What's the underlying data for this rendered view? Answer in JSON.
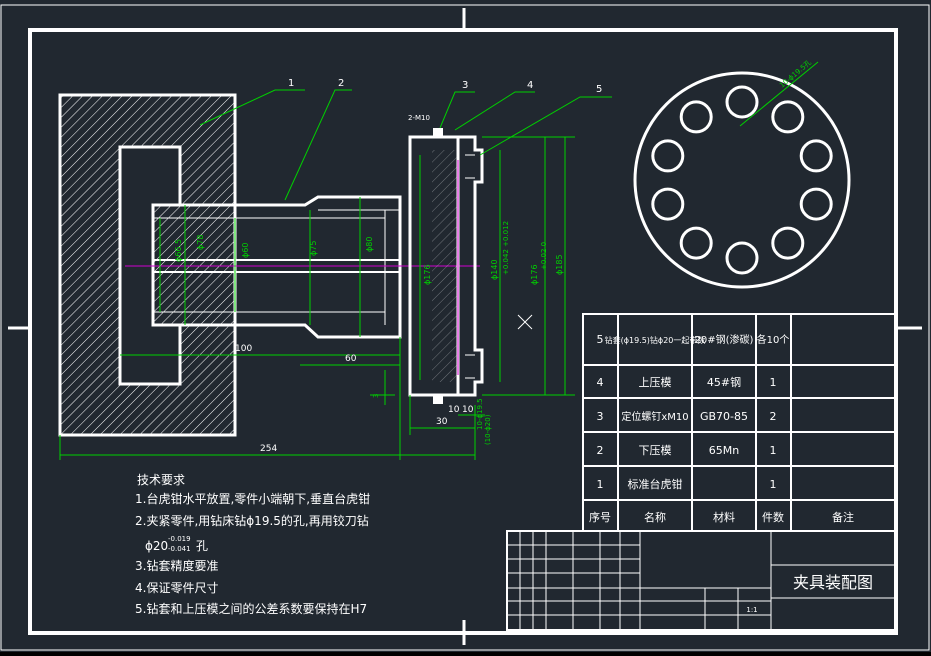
{
  "drawing": {
    "title": "夹具装配图",
    "scale": "1:1",
    "pin_label": "2-M10",
    "hole_label": "10-ϕ19.5孔",
    "balloons": [
      "1",
      "2",
      "3",
      "4",
      "5"
    ],
    "dims": {
      "d78": "ϕ78",
      "d66": "ϕ66.5",
      "d60": "ϕ60",
      "d75": "ϕ75",
      "d80": "ϕ80",
      "d176": "ϕ176",
      "d140": "ϕ140",
      "d140tol": "+0.042 +0.012",
      "d176b": "ϕ176",
      "d176tol": "+0.02 0",
      "d185": "ϕ185",
      "len100": "100",
      "len60": "60",
      "len254": "254",
      "len30": "30",
      "len10a": "10",
      "len10b": "10",
      "d19": "10-ϕ19.5",
      "d20": "(10-ϕ20)",
      "len3": "3"
    }
  },
  "notes": {
    "heading": "技术要求",
    "items": [
      "1.台虎钳水平放置,零件小端朝下,垂直台虎钳",
      "2.夹紧零件,用钻床钻ϕ19.5的孔,再用铰刀钻",
      "ϕ20",
      "3.钻套精度要准",
      "4.保证零件尺寸",
      "5.钻套和上压模之间的公差系数要保持在H7"
    ],
    "tol_upper": "-0.019",
    "tol_lower": "-0.041",
    "tol_suffix": "孔"
  },
  "bom": {
    "headers": [
      "序号",
      "名称",
      "材料",
      "件数",
      "备注"
    ],
    "rows": [
      {
        "no": "5",
        "name": "钻套(ϕ19.5)钻ϕ20一起带数",
        "material": "20#钢(渗碳)",
        "qty": "各10个",
        "note": ""
      },
      {
        "no": "4",
        "name": "上压模",
        "material": "45#钢",
        "qty": "1",
        "note": ""
      },
      {
        "no": "3",
        "name": "定位螺钉xM10",
        "material": "GB70-85",
        "qty": "2",
        "note": ""
      },
      {
        "no": "2",
        "name": "下压模",
        "material": "65Mn",
        "qty": "1",
        "note": ""
      },
      {
        "no": "1",
        "name": "标准台虎钳",
        "material": "",
        "qty": "1",
        "note": ""
      }
    ]
  },
  "colors": {
    "background": "#212830",
    "outline": "#ffffff",
    "dimension": "#00d000",
    "center_line": "#d000d0"
  }
}
